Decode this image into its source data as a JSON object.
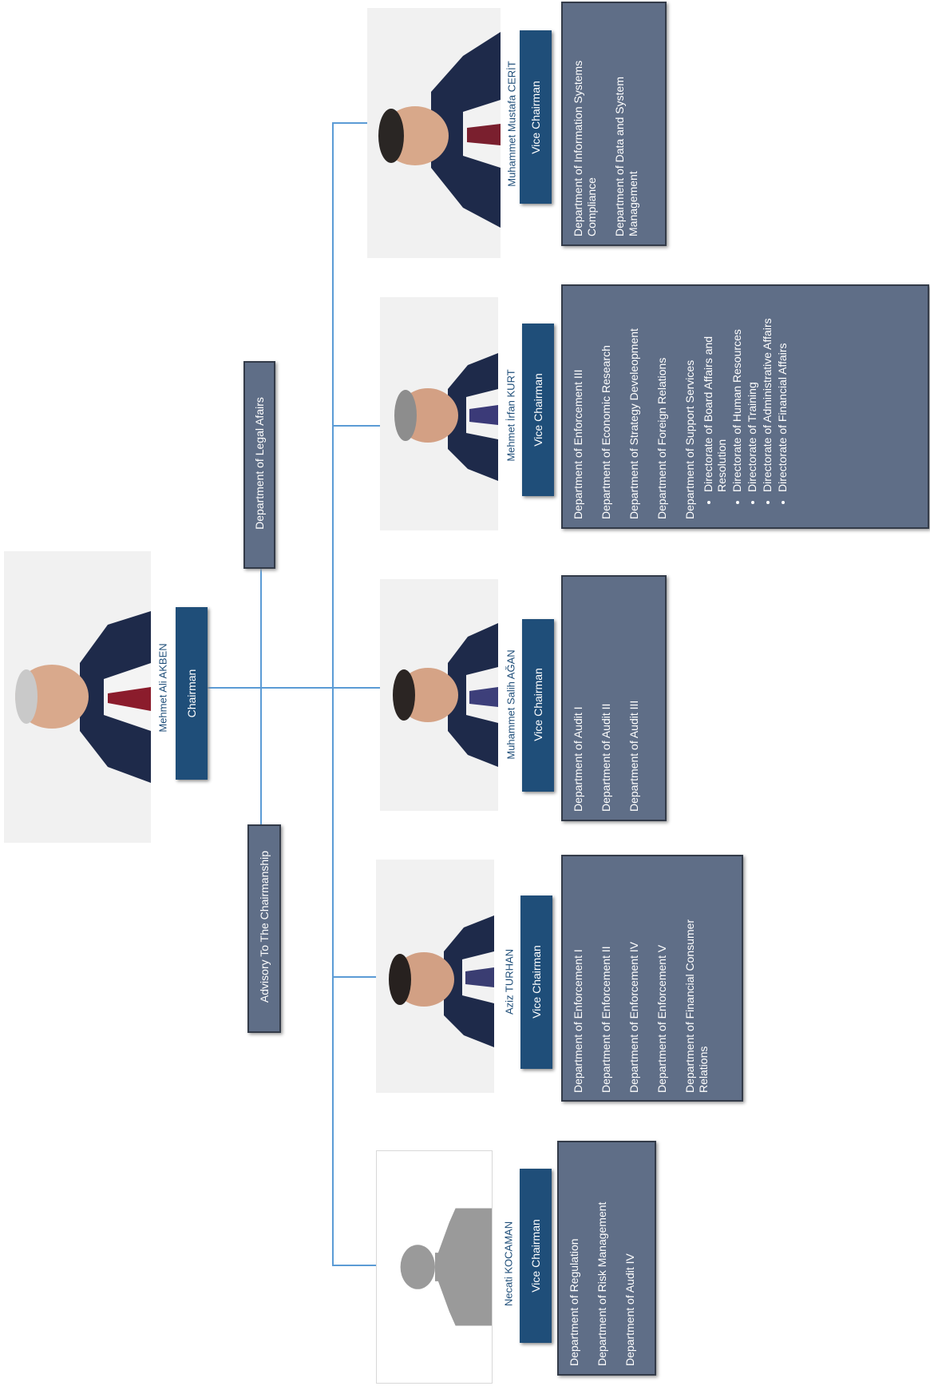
{
  "chairman": {
    "name": "Mehmet Ali AKBEN",
    "title": "Chairman"
  },
  "staff": {
    "legal": "Department of Legal Afairs",
    "advisory": "Advisory To The Chairmanship"
  },
  "vice_chairmen": [
    {
      "name": "Muhammet Mustafa CERİT",
      "title": "Vice Chairman",
      "departments": [
        "Department of Information Systems Compliance",
        "Department of Data and System Management"
      ]
    },
    {
      "name": "Mehmet İrfan KURT",
      "title": "Vice Chairman",
      "departments": [
        "Department of Enforcement III",
        "Department of Economic Research",
        "Department of Strategy Develeopment",
        "Department of Foreign Relations",
        "Department of Support Services"
      ],
      "sub_directorates": [
        "Directorate of Board Affairs and Resolution",
        "Directorate of Human Resources",
        "Directorate of Training",
        "Directorate of Administrative Affairs",
        "Directorate of Financial Affairs"
      ]
    },
    {
      "name": "Muhammet Salih AĞAN",
      "title": "Vice Chairman",
      "departments": [
        "Department of Audit I",
        "Department of Audit II",
        "Department of Audit III"
      ]
    },
    {
      "name": "Aziz TURHAN",
      "title": "Vice Chairman",
      "departments": [
        "Department of Enforcement I",
        "Department of Enforcement II",
        "Department of Enforcement IV",
        "Department of Enforcement V",
        "Department of Financial Consumer Relations"
      ]
    },
    {
      "name": "Necati KOCAMAN",
      "title": "Vice Chairman",
      "departments": [
        "Department of Regulation",
        "Department of Risk Management",
        "Department of Audit IV"
      ]
    }
  ],
  "colors": {
    "title_box": "#1f4e79",
    "dept_box": "#5f6e87",
    "connector": "#5b9bd5",
    "name_text": "#1f4e79"
  }
}
